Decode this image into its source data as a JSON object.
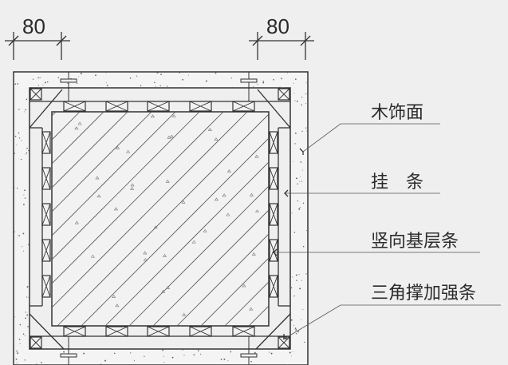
{
  "dimensions": [
    {
      "value": "80"
    },
    {
      "value": "80"
    }
  ],
  "labels": [
    {
      "text": "木饰面"
    },
    {
      "text": "挂　条"
    },
    {
      "text": "竖向基层条"
    },
    {
      "text": "三角撑加强条"
    }
  ]
}
